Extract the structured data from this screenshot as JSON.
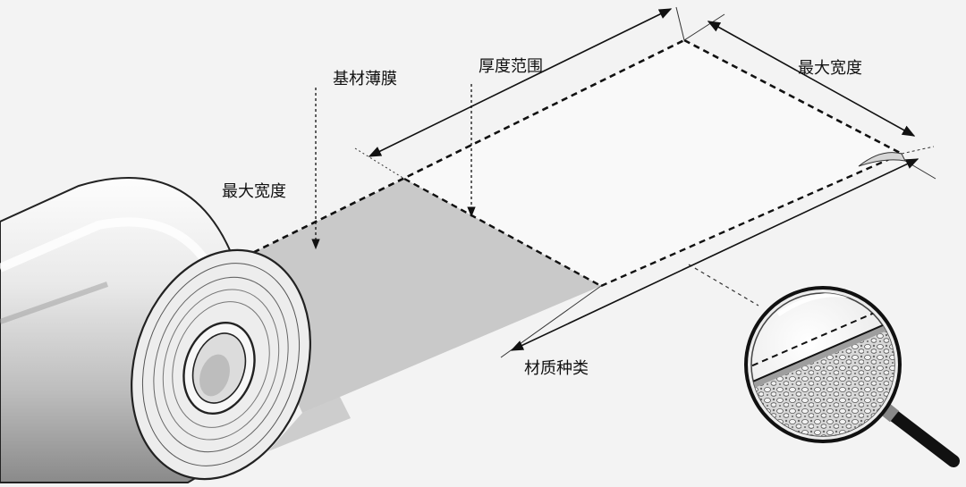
{
  "labels": {
    "base_film": "基材薄膜",
    "thickness_range": "厚度范围",
    "max_width_top": "最大宽度",
    "max_width_left": "最大宽度",
    "material_type": "材质种类"
  },
  "colors": {
    "background": "#f3f3f3",
    "film_coated": "#c9c9c9",
    "film_clear": "#f8f8f8",
    "line": "#111111"
  },
  "icons": {
    "roll": "film-roll-icon",
    "magnifier": "magnifying-glass-icon"
  }
}
